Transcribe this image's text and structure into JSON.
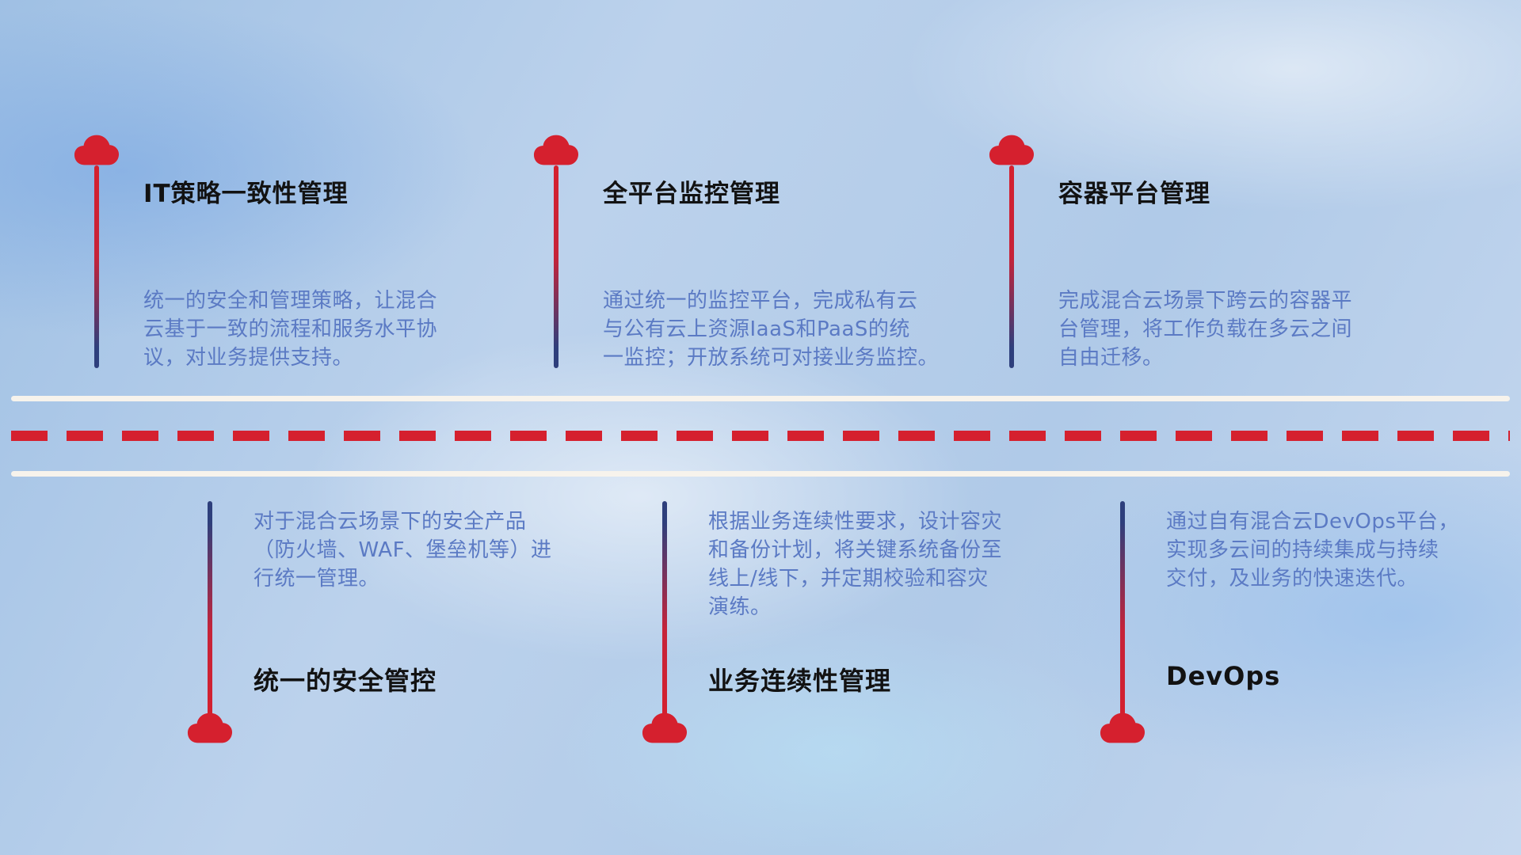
{
  "colors": {
    "accent_red": "#d5202e",
    "navy_blue": "#2e3f7c",
    "title_text": "#121212",
    "description_text": "#5b7ac4",
    "road_line": "#f7f3ec"
  },
  "top_items": [
    {
      "title": "IT策略一致性管理",
      "description": "统一的安全和管理策略，让混合\n云基于一致的流程和服务水平协\n议，对业务提供支持。"
    },
    {
      "title": "全平台监控管理",
      "description": "通过统一的监控平台，完成私有云\n与公有云上资源IaaS和PaaS的统\n一监控；开放系统可对接业务监控。"
    },
    {
      "title": "容器平台管理",
      "description": "完成混合云场景下跨云的容器平\n台管理，将工作负载在多云之间\n自由迁移。"
    }
  ],
  "bottom_items": [
    {
      "title": "统一的安全管控",
      "description": "对于混合云场景下的安全产品\n（防火墙、WAF、堡垒机等）进\n行统一管理。"
    },
    {
      "title": "业务连续性管理",
      "description": "根据业务连续性要求，设计容灾\n和备份计划，将关键系统备份至\n线上/线下，并定期校验和容灾\n演练。"
    },
    {
      "title": "DevOps",
      "description": "通过自有混合云DevOps平台，\n实现多云间的持续集成与持续\n交付，及业务的快速迭代。"
    }
  ]
}
